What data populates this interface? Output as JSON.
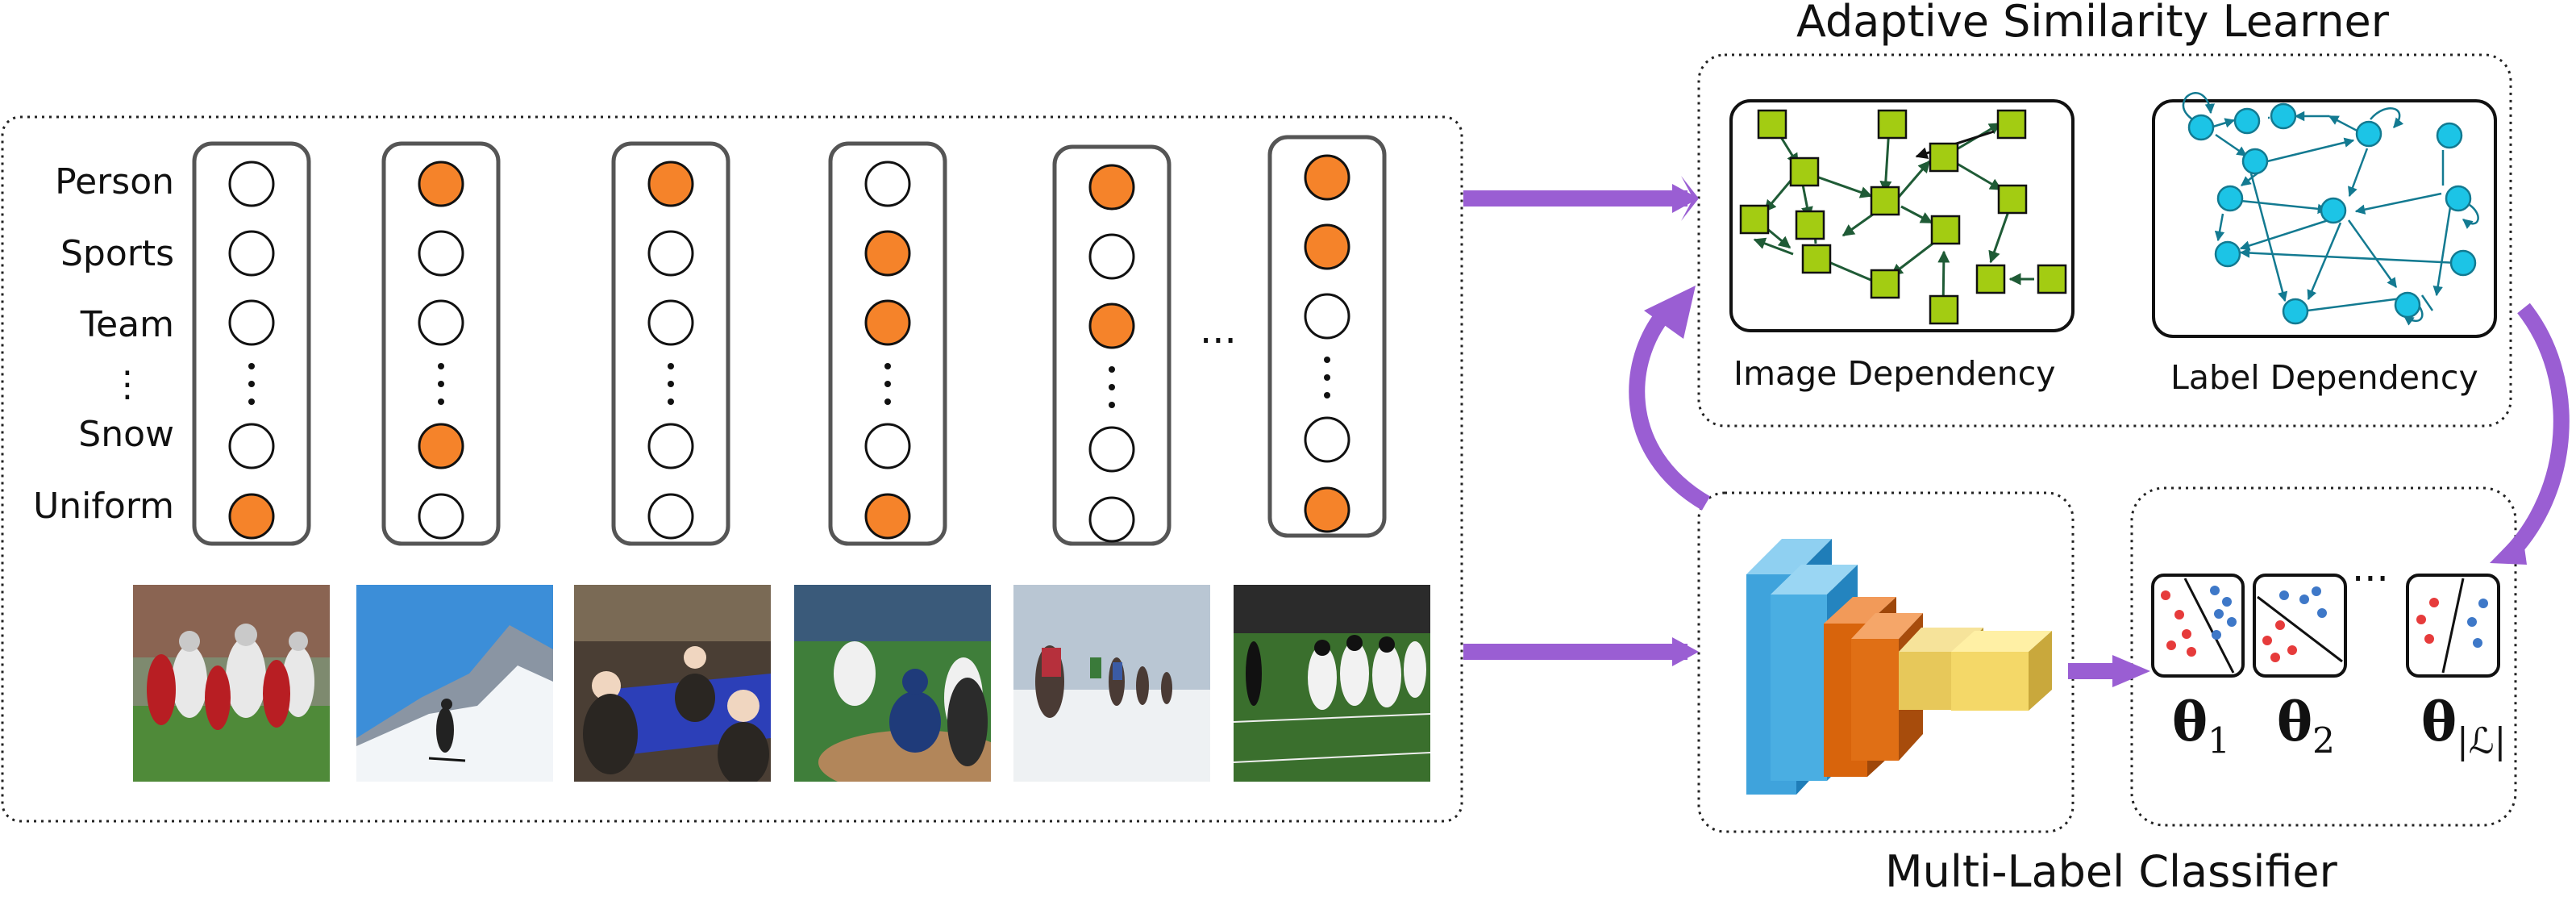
{
  "asl": {
    "title": "Adaptive Similarity Learner",
    "image_dependency_label": "Image Dependency",
    "label_dependency_label": "Label Dependency"
  },
  "mlc": {
    "title": "Multi-Label Classifier",
    "theta_symbol": "θ",
    "theta_1_sub": "1",
    "theta_2_sub": "2",
    "theta_L_sub": "|ℒ|",
    "ellipsis": "···"
  },
  "labels": {
    "rows": [
      "Person",
      "Sports",
      "Team",
      "⋮",
      "Snow",
      "Uniform"
    ],
    "columns_ellipsis": "···"
  },
  "label_vectors": [
    [
      0,
      0,
      0,
      0,
      1
    ],
    [
      1,
      0,
      0,
      1,
      0
    ],
    [
      1,
      0,
      0,
      0,
      0
    ],
    [
      0,
      1,
      1,
      0,
      1
    ],
    [
      1,
      0,
      1,
      0,
      0
    ],
    [
      1,
      1,
      0,
      0,
      1
    ]
  ],
  "images": [
    "football-scrimmage",
    "skier-on-slope",
    "card-game-tournament",
    "baseball-game",
    "snow-hikers",
    "football-lineup"
  ],
  "colors": {
    "active": "#f5832a",
    "inactive": "#ffffff",
    "arrow": "#9a5ed3",
    "image_node": "#a3cc12",
    "label_node": "#1cc4e6",
    "image_edge": "#1f5b36",
    "label_edge": "#137a91",
    "cube_blue": "#3fa3dc",
    "cube_orange": "#d8640c",
    "cube_yellow": "#f1d25c"
  }
}
